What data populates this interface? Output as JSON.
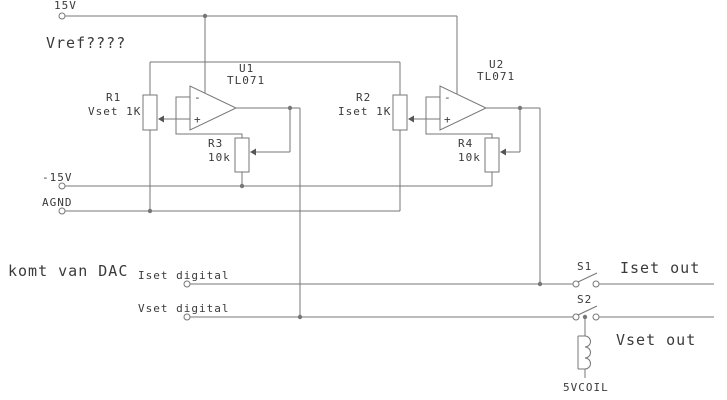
{
  "power": {
    "vcc": "15V",
    "vee": "-15V",
    "agnd": "AGND",
    "vref": "Vref????"
  },
  "opamps": {
    "u1": {
      "ref": "U1",
      "part": "TL071",
      "minus": "-",
      "plus": "+"
    },
    "u2": {
      "ref": "U2",
      "part": "TL071",
      "minus": "-",
      "plus": "+"
    }
  },
  "resistors": {
    "r1": {
      "ref": "R1",
      "value": "Vset 1K"
    },
    "r2": {
      "ref": "R2",
      "value": "Iset 1K"
    },
    "r3": {
      "ref": "R3",
      "value": "10k"
    },
    "r4": {
      "ref": "R4",
      "value": "10k"
    }
  },
  "dac": {
    "note": "komt van DAC",
    "iset": "Iset digital",
    "vset": "Vset digital"
  },
  "switches": {
    "s1": {
      "ref": "S1",
      "out": "Iset out"
    },
    "s2": {
      "ref": "S2",
      "out": "Vset out"
    }
  },
  "coil": {
    "label": "5VCOIL"
  }
}
